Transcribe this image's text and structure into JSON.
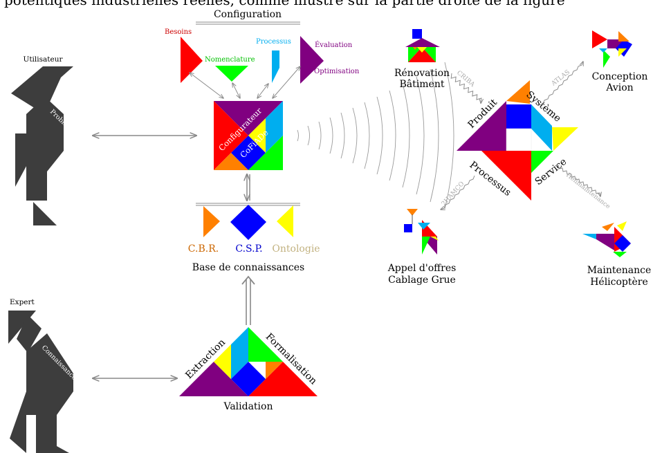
{
  "header_text": "potentiques industrielles réelles, comme illustré sur la partie droite de la figure",
  "colors": {
    "dark": "#3d3d3d",
    "red": "#ff0000",
    "purple": "#800080",
    "blue": "#0000ff",
    "cyan": "#00aeef",
    "green": "#00ff00",
    "yellow": "#ffff00",
    "orange": "#ff8000",
    "ontology": "#c2b280",
    "arrow": "#888888"
  },
  "left": {
    "user_label": "Utilisateur",
    "problem_label": "Problème",
    "expert_label": "Expert",
    "knowledge_label": "Connaissances"
  },
  "config": {
    "title": "Configuration",
    "besoins": "Besoins",
    "nomenclature": "Nomenclature",
    "processus": "Processus",
    "evaluation": "Évaluation",
    "optimisation": "Optimisation",
    "configurateur": "Configurateur",
    "cofiade": "CoFiADe"
  },
  "kb": {
    "cbr": "C.B.R.",
    "csp": "C.S.P.",
    "ontologie": "Ontologie",
    "title": "Base de connaissances"
  },
  "acquisition": {
    "extraction": "Extraction",
    "formalisation": "Formalisation",
    "validation": "Validation"
  },
  "hub": {
    "produit": "Produit",
    "systeme": "Système",
    "processus": "Processus",
    "service": "Service"
  },
  "apps": {
    "renovation_line1": "Rénovation",
    "renovation_line2": "Bâtiment",
    "criba": "CRIBA",
    "conception_line1": "Conception",
    "conception_line2": "Avion",
    "atlas": "ATLAS",
    "appel_line1": "Appel d'offres",
    "appel_line2": "Cablage Grue",
    "hamco": "2HAMCO",
    "maintenance_line1": "Maintenance",
    "maintenance_line2": "Hélicoptère",
    "helimaintenance": "Hélimaintenance"
  }
}
